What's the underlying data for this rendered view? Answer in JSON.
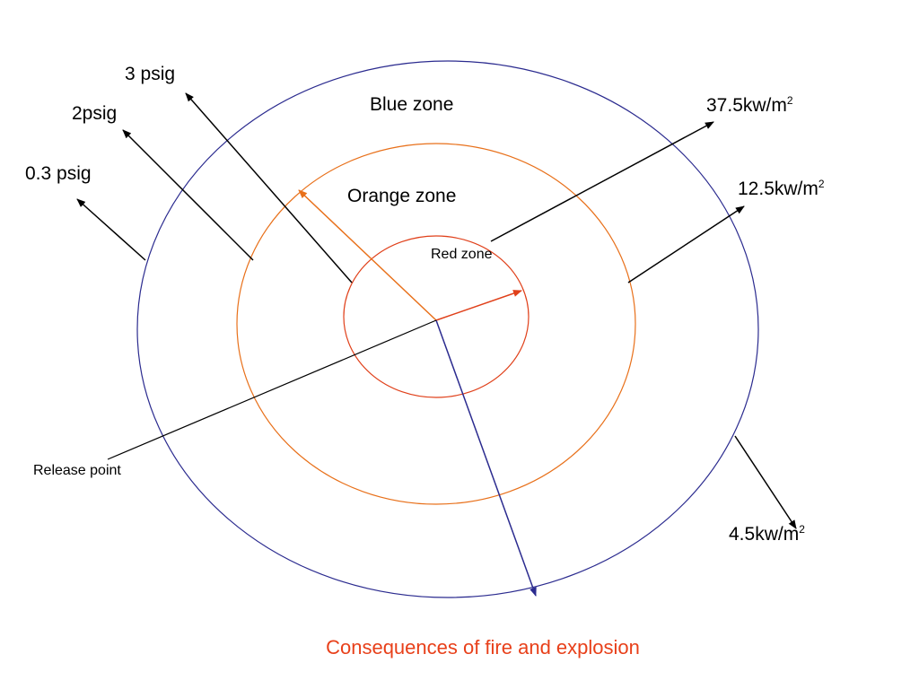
{
  "zones": {
    "blue": "Blue zone",
    "orange": "Orange zone",
    "red": "Red zone"
  },
  "pressure_labels": {
    "p3": "3 psig",
    "p2": "2psig",
    "p03": "0.3 psig"
  },
  "heat_flux_labels": {
    "h375": {
      "base": "37.5kw/m",
      "sup": "2"
    },
    "h125": {
      "base": "12.5kw/m",
      "sup": "2"
    },
    "h45": {
      "base": "4.5kw/m",
      "sup": "2"
    }
  },
  "release_point": "Release point",
  "caption": "Consequences of fire and explosion",
  "colors": {
    "blue_zone": "#2b2b8f",
    "orange_zone": "#e8701a",
    "red_zone": "#e0401a",
    "caption": "#e8401a",
    "leader": "#000000"
  }
}
